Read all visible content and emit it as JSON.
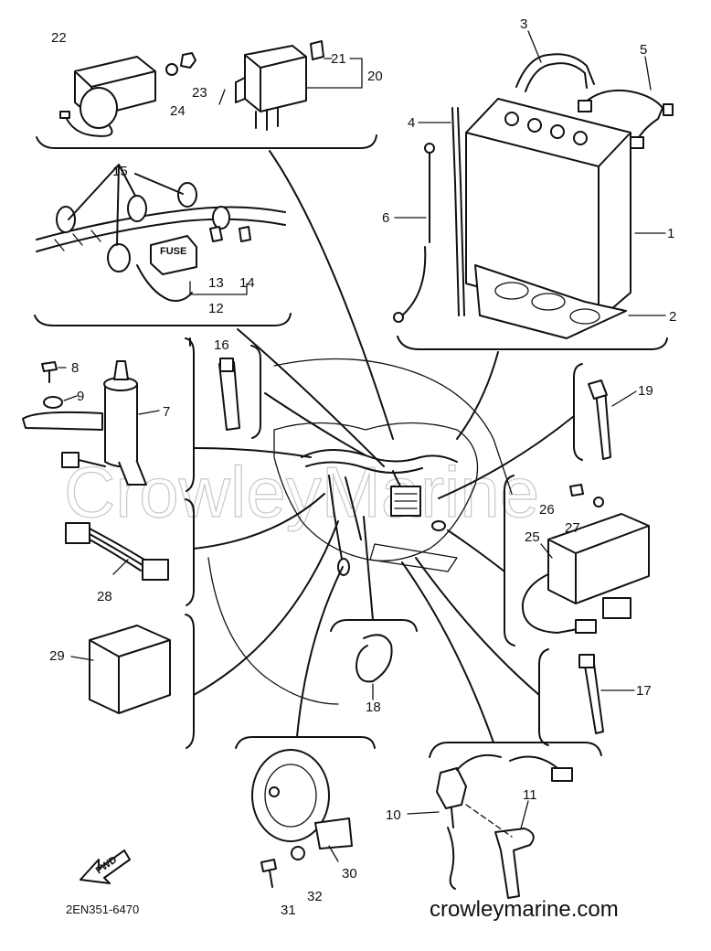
{
  "diagram": {
    "watermark": "CrowleyMarine",
    "footer_url": "crowleymarine.com",
    "drawing_code": "2EN351-6470",
    "fwd_label": "FWD",
    "callouts": [
      {
        "id": "c1",
        "text": "1"
      },
      {
        "id": "c2",
        "text": "2"
      },
      {
        "id": "c3",
        "text": "3"
      },
      {
        "id": "c4",
        "text": "4"
      },
      {
        "id": "c5",
        "text": "5"
      },
      {
        "id": "c6",
        "text": "6"
      },
      {
        "id": "c7",
        "text": "7"
      },
      {
        "id": "c8",
        "text": "8"
      },
      {
        "id": "c9",
        "text": "9"
      },
      {
        "id": "c10",
        "text": "10"
      },
      {
        "id": "c11",
        "text": "11"
      },
      {
        "id": "c12",
        "text": "12"
      },
      {
        "id": "c13",
        "text": "13"
      },
      {
        "id": "c14",
        "text": "14"
      },
      {
        "id": "c15",
        "text": "15"
      },
      {
        "id": "c16",
        "text": "16"
      },
      {
        "id": "c17",
        "text": "17"
      },
      {
        "id": "c18",
        "text": "18"
      },
      {
        "id": "c19",
        "text": "19"
      },
      {
        "id": "c20",
        "text": "20"
      },
      {
        "id": "c21",
        "text": "21"
      },
      {
        "id": "c22",
        "text": "22"
      },
      {
        "id": "c23",
        "text": "23"
      },
      {
        "id": "c24",
        "text": "24"
      },
      {
        "id": "c25",
        "text": "25"
      },
      {
        "id": "c26",
        "text": "26"
      },
      {
        "id": "c27",
        "text": "27"
      },
      {
        "id": "c28",
        "text": "28"
      },
      {
        "id": "c29",
        "text": "29"
      },
      {
        "id": "c30",
        "text": "30"
      },
      {
        "id": "c31",
        "text": "31"
      },
      {
        "id": "c32",
        "text": "32"
      }
    ]
  }
}
